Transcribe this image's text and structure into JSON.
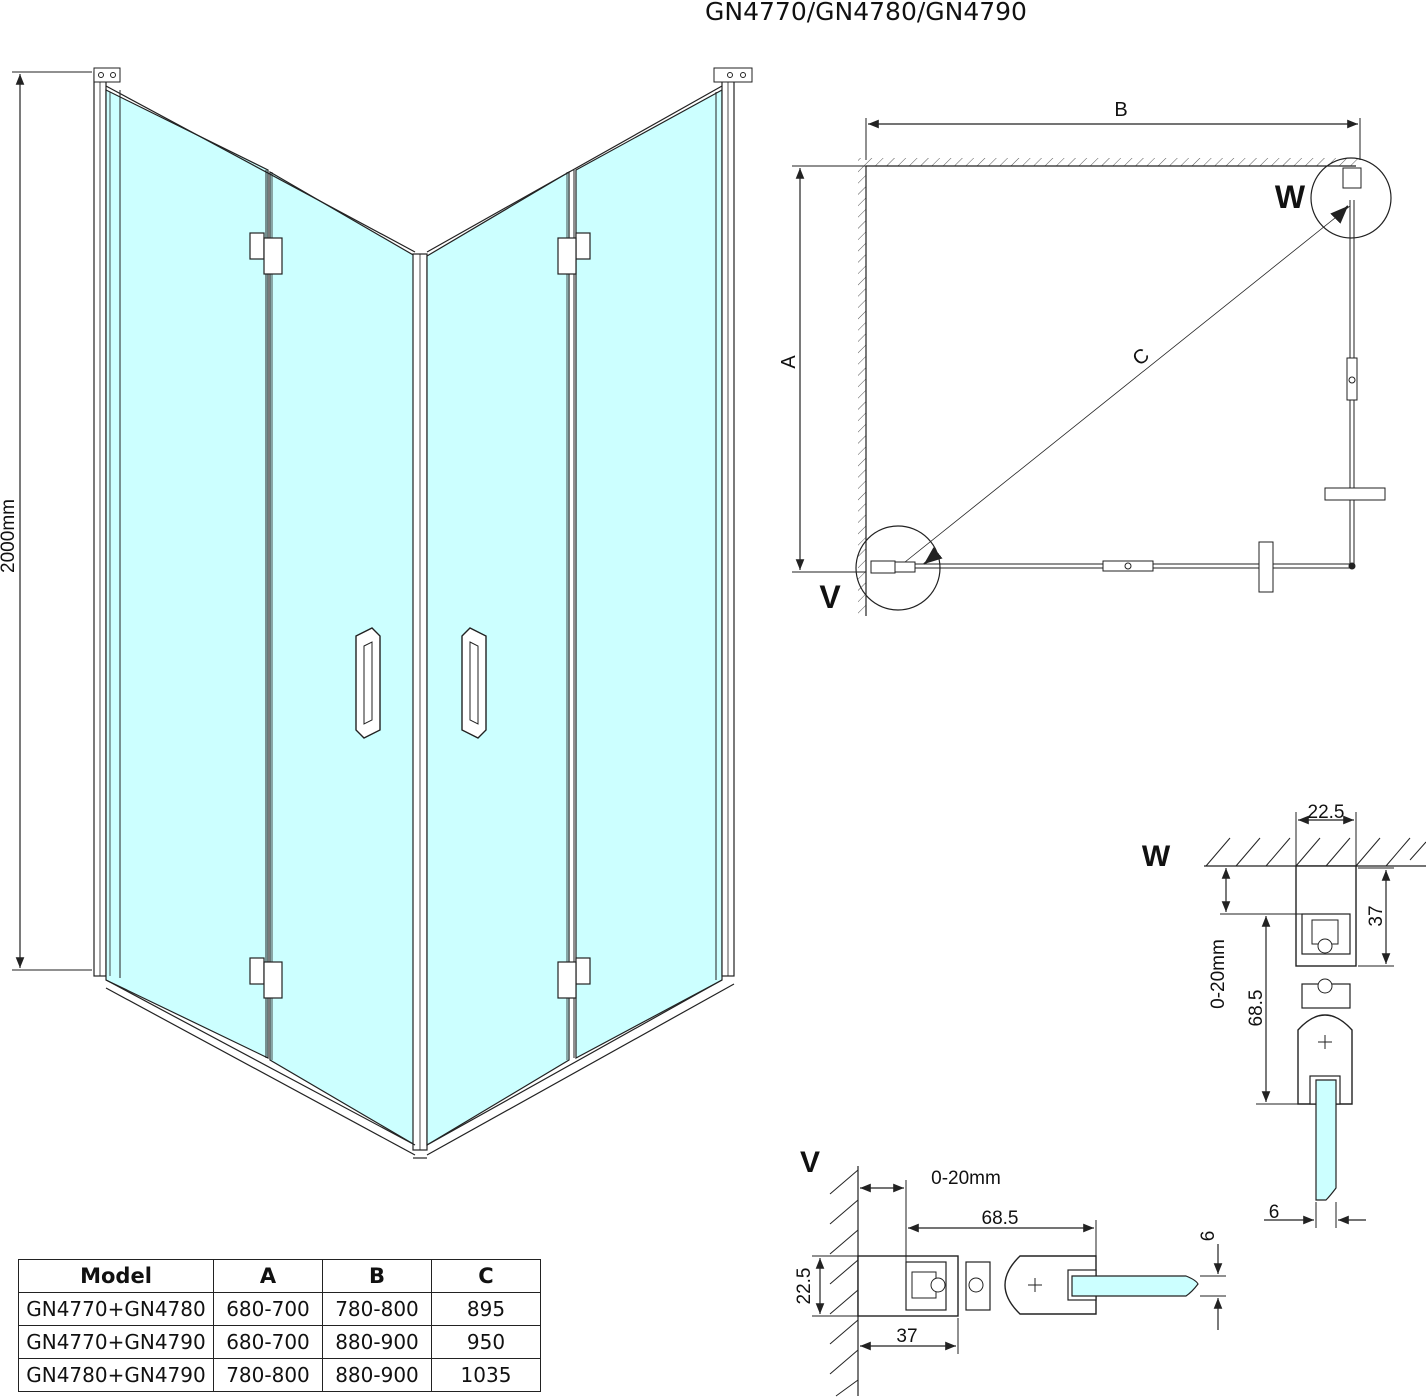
{
  "title": "GN4770/GN4780/GN4790",
  "elevation": {
    "height_label": "2000mm"
  },
  "plan": {
    "label_a": "A",
    "label_b": "B",
    "label_c": "C",
    "detail_w": "W",
    "detail_v": "V"
  },
  "detail_w": {
    "label": "W",
    "dim_width": "22.5",
    "dim_depth": "37",
    "dim_adjust": "0-20mm",
    "dim_length": "68.5",
    "dim_glass": "6"
  },
  "detail_v": {
    "label": "V",
    "dim_adjust": "0-20mm",
    "dim_length": "68.5",
    "dim_glass": "6",
    "dim_width": "22.5",
    "dim_depth": "37"
  },
  "table": {
    "headers": [
      "Model",
      "A",
      "B",
      "C"
    ],
    "rows": [
      [
        "GN4770+GN4780",
        "680-700",
        "780-800",
        "895"
      ],
      [
        "GN4770+GN4790",
        "680-700",
        "880-900",
        "950"
      ],
      [
        "GN4780+GN4790",
        "780-800",
        "880-900",
        "1035"
      ]
    ]
  },
  "colors": {
    "glass": "#ccffff",
    "line": "#222222"
  }
}
